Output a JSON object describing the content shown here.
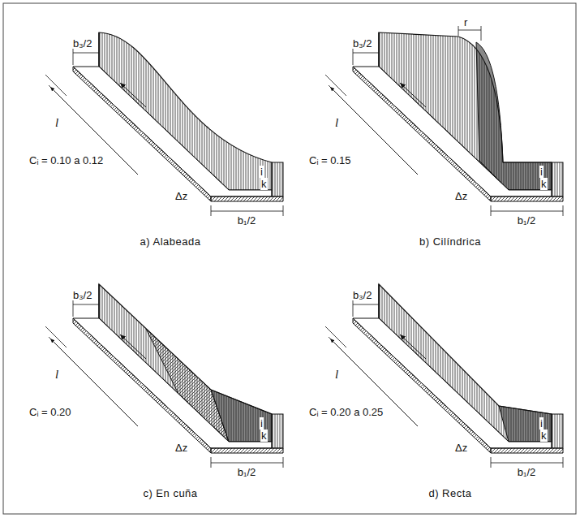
{
  "diagram": {
    "labels": [
      "b₃/2",
      "l",
      "Cᵢ = 0.10 a 0.12",
      "Δz",
      "b₁/2",
      "i",
      "k",
      "a) Alabeada",
      "b₃/2",
      "r",
      "l",
      "Cᵢ = 0.15",
      "Δz",
      "b₁/2",
      "i",
      "k",
      "b) Cilíndrica",
      "b₃/2",
      "l",
      "Cᵢ = 0.20",
      "Δz",
      "b₁/2",
      "i",
      "k",
      "c) En cuña",
      "b₃/2",
      "l",
      "Cᵢ = 0.20 a 0.25",
      "Δz",
      "b₁/2",
      "i",
      "k",
      "d) Recta"
    ]
  }
}
